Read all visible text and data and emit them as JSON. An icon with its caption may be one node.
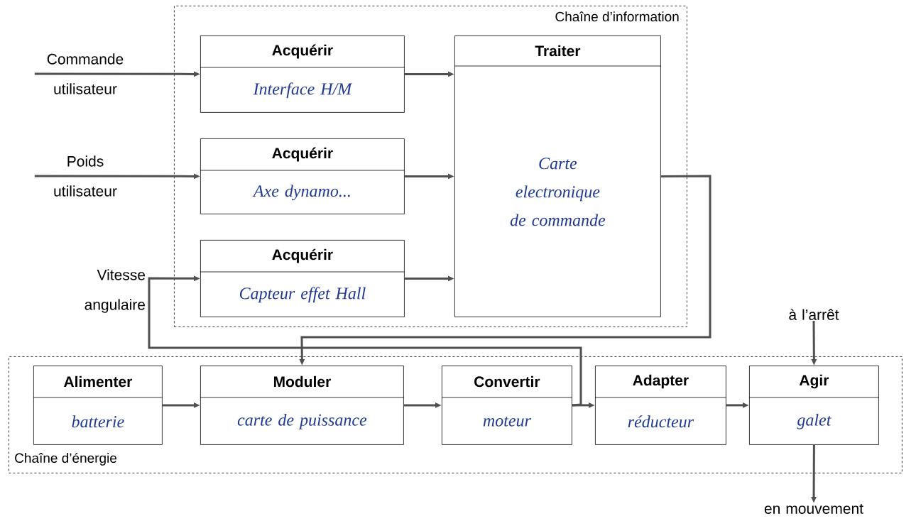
{
  "diagram": {
    "nodes": [
      {
        "text": [
          "Chaîne d’information"
        ]
      },
      {
        "text": [
          "Acquérir",
          "Interface H/M"
        ],
        "in": 0
      },
      {
        "text": [
          "Acquérir",
          "Axe dynamo..."
        ],
        "in": 0
      },
      {
        "text": [
          "Acquérir",
          "Capteur effet Hall"
        ],
        "in": 0
      },
      {
        "text": [
          "Traiter",
          "Carte electronique de commande"
        ],
        "in": 0
      },
      {
        "text": [
          "Chaîne d’énergie"
        ]
      },
      {
        "text": [
          "Alimenter",
          "batterie"
        ],
        "in": 5
      },
      {
        "text": [
          "Moduler",
          "carte de puissance"
        ],
        "in": 5
      },
      {
        "text": [
          "Convertir",
          "moteur"
        ],
        "in": 5
      },
      {
        "text": [
          "Adapter",
          "réducteur"
        ],
        "in": 5
      },
      {
        "text": [
          "Agir",
          "galet"
        ],
        "in": 5
      },
      {
        "text": [
          "Commande utilisateur"
        ]
      },
      {
        "text": [
          "Poids utilisateur"
        ]
      },
      {
        "text": [
          "à l’arrêt"
        ]
      },
      {
        "text": [
          "en mouvement"
        ]
      }
    ],
    "edges": [
      {
        "from": 11,
        "to": 1,
        "arrow": "to"
      },
      {
        "from": 12,
        "to": 2,
        "arrow": "to"
      },
      {
        "from": 8,
        "to": 3,
        "arrow": "to",
        "label": "Vitesse angulaire"
      },
      {
        "from": 1,
        "to": 4,
        "arrow": "to"
      },
      {
        "from": 2,
        "to": 4,
        "arrow": "to"
      },
      {
        "from": 3,
        "to": 4,
        "arrow": "to"
      },
      {
        "from": 4,
        "to": 7,
        "arrow": "to"
      },
      {
        "from": 6,
        "to": 7,
        "arrow": "to"
      },
      {
        "from": 7,
        "to": 8,
        "arrow": "to"
      },
      {
        "from": 8,
        "to": 9,
        "arrow": "to"
      },
      {
        "from": 9,
        "to": 10,
        "arrow": "to"
      },
      {
        "from": 13,
        "to": 10,
        "arrow": "to"
      },
      {
        "from": 10,
        "to": 14,
        "arrow": "to"
      }
    ]
  }
}
